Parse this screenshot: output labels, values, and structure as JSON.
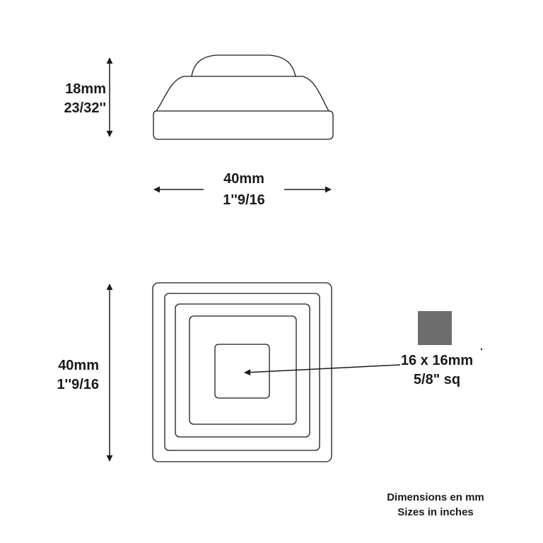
{
  "elevation_view": {
    "height_mm": "18mm",
    "height_in": "23/32''",
    "width_mm": "40mm",
    "width_in": "1''9/16"
  },
  "plan_view": {
    "side_mm": "40mm",
    "side_in": "1''9/16"
  },
  "hole_callout": {
    "size_mm": "16 x 16mm",
    "size_in": "5/8\" sq"
  },
  "notes": {
    "line1": "Dimensions en mm",
    "line2": "Sizes in inches"
  },
  "colors": {
    "line": "#1a1a1a",
    "swatch": "#6d6d6d",
    "background": "#ffffff"
  }
}
